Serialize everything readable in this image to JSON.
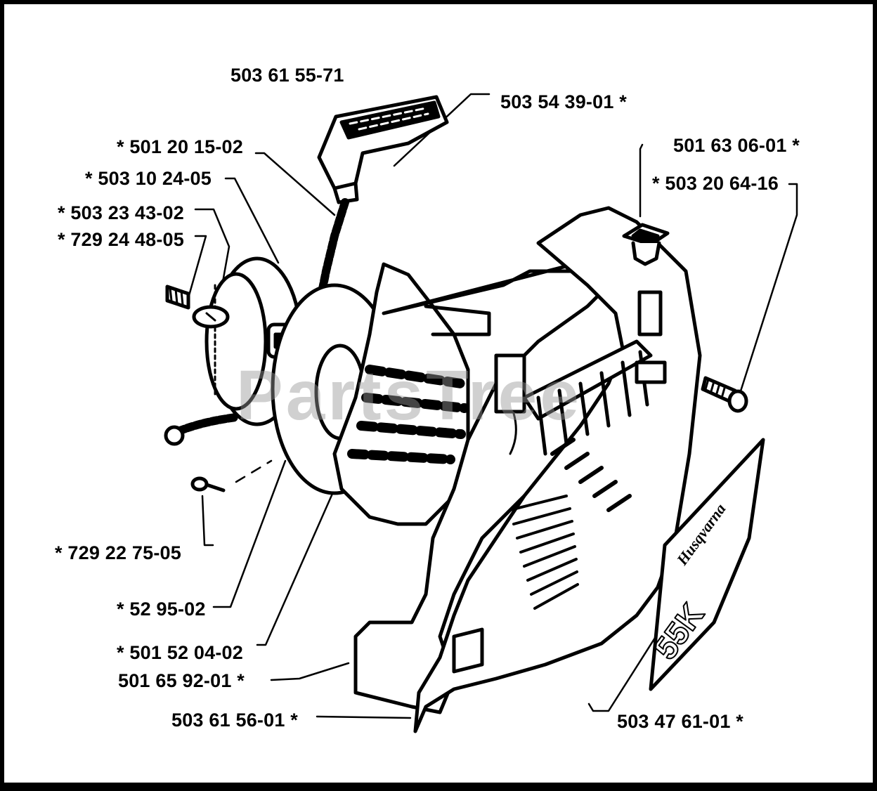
{
  "watermark": "PartsTree",
  "colors": {
    "ink": "#000000",
    "paper": "#ffffff",
    "frame": "#000000",
    "watermark": "#969696"
  },
  "labels": {
    "l1": "503 61 55-71",
    "l2": "503 54 39-01  *",
    "l3": "*  501 20 15-02",
    "l4": "*  503 10 24-05",
    "l5": "*  503 23 43-02",
    "l6": "*  729 24 48-05",
    "l7": "501 63 06-01  *",
    "l8": "*  503 20 64-16",
    "l9": "*  729 22 75-05",
    "l10": "*  52 95-02",
    "l11": "*  501 52 04-02",
    "l12": "501 65 92-01  *",
    "l13": "503 61 56-01  *",
    "l14": "503 47 61-01  *"
  },
  "decal_text": {
    "brand": "Husqvarna",
    "model": "55K"
  }
}
